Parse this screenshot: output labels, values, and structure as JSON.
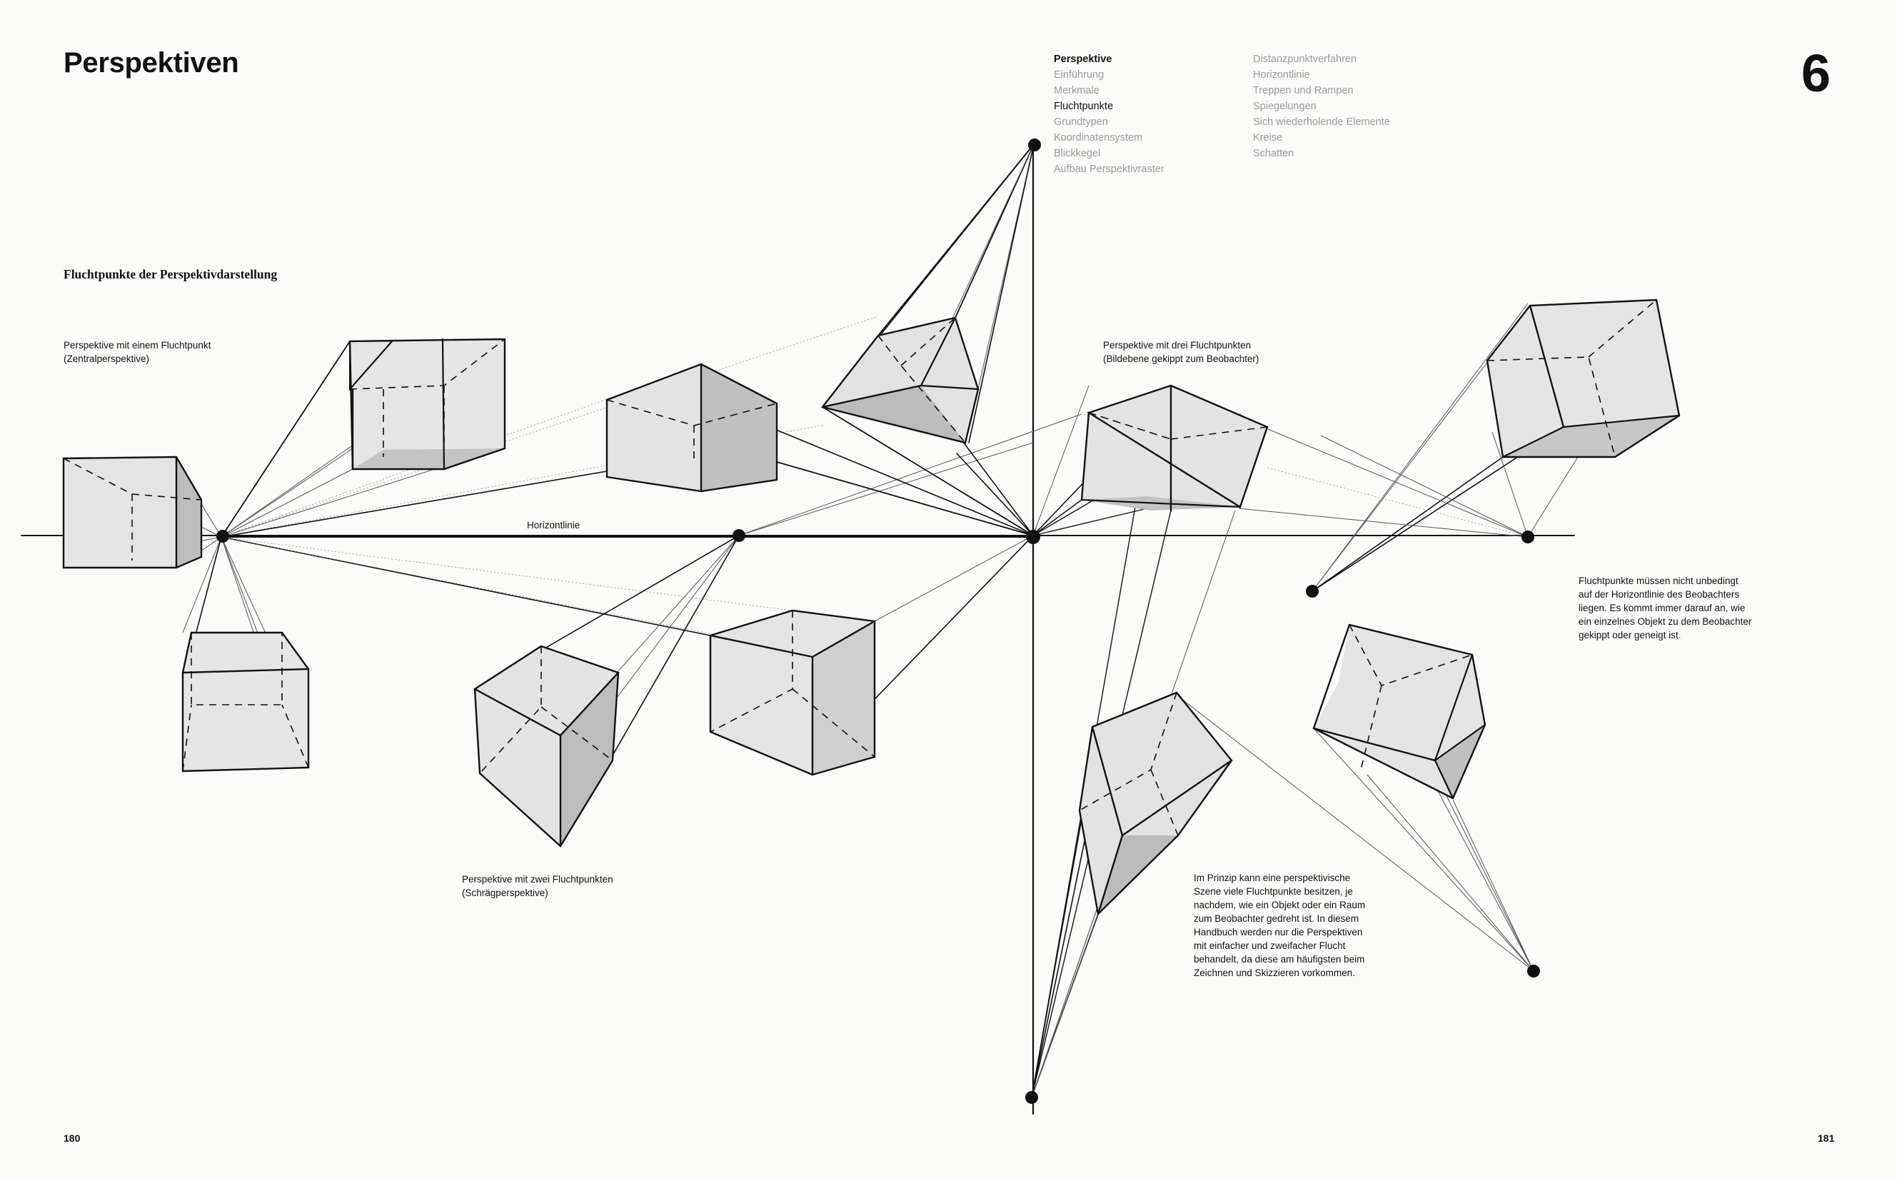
{
  "header": {
    "title": "Perspektiven",
    "chapter_number": "6"
  },
  "toc": {
    "column1": [
      "Perspektive",
      "Einführung",
      "Merkmale",
      "Fluchtpunkte",
      "Grundtypen",
      "Koordinatensystem",
      "Blickkegel",
      "Aufbau Perspektivraster"
    ],
    "column2": [
      "Distanzpunktverfahren",
      "Horizontlinie",
      "Treppen und Rampen",
      "Spiegelungen",
      "Sich wiederholende Elemente",
      "Kreise",
      "Schatten"
    ],
    "active_heading": "Perspektive",
    "current_item": "Fluchtpunkte"
  },
  "section_title": "Fluchtpunkte der Perspektivdarstellung",
  "captions": {
    "one_point": [
      "Perspektive mit einem Fluchtpunkt",
      "(Zentralperspektive)"
    ],
    "horizon": "Horizontlinie",
    "two_point": [
      "Perspektive mit zwei Fluchtpunkten",
      "(Schrägperspektive)"
    ],
    "three_point": [
      "Perspektive mit drei Fluchtpunkten",
      "(Bildebene gekippt zum Beobachter)"
    ],
    "note_right": [
      "Fluchtpunkte müssen nicht unbedingt",
      "auf der Horizontlinie des Beobachters",
      "liegen. Es kommt immer darauf an, wie",
      "ein einzelnes Objekt zu dem Beobachter",
      "gekippt oder geneigt ist."
    ],
    "note_bottom": [
      "Im Prinzip kann eine perspektivische",
      "Szene viele Fluchtpunkte besitzen, je",
      "nachdem, wie ein Objekt oder ein Raum",
      "zum Beobachter gedreht ist. In diesem",
      "Handbuch werden nur die Perspektiven",
      "mit einfacher und zweifacher Flucht",
      "behandelt, da diese am häufigsten beim",
      "Zeichnen und Skizzieren vorkommen."
    ]
  },
  "page_numbers": {
    "left": "180",
    "right": "181"
  },
  "colors": {
    "ink": "#111111",
    "muted": "#9a9a9a",
    "face_light": "#e6e6e6",
    "face_mid": "#d2d2d2",
    "face_dark": "#bdbdbd",
    "paper": "#fbfbfa"
  }
}
